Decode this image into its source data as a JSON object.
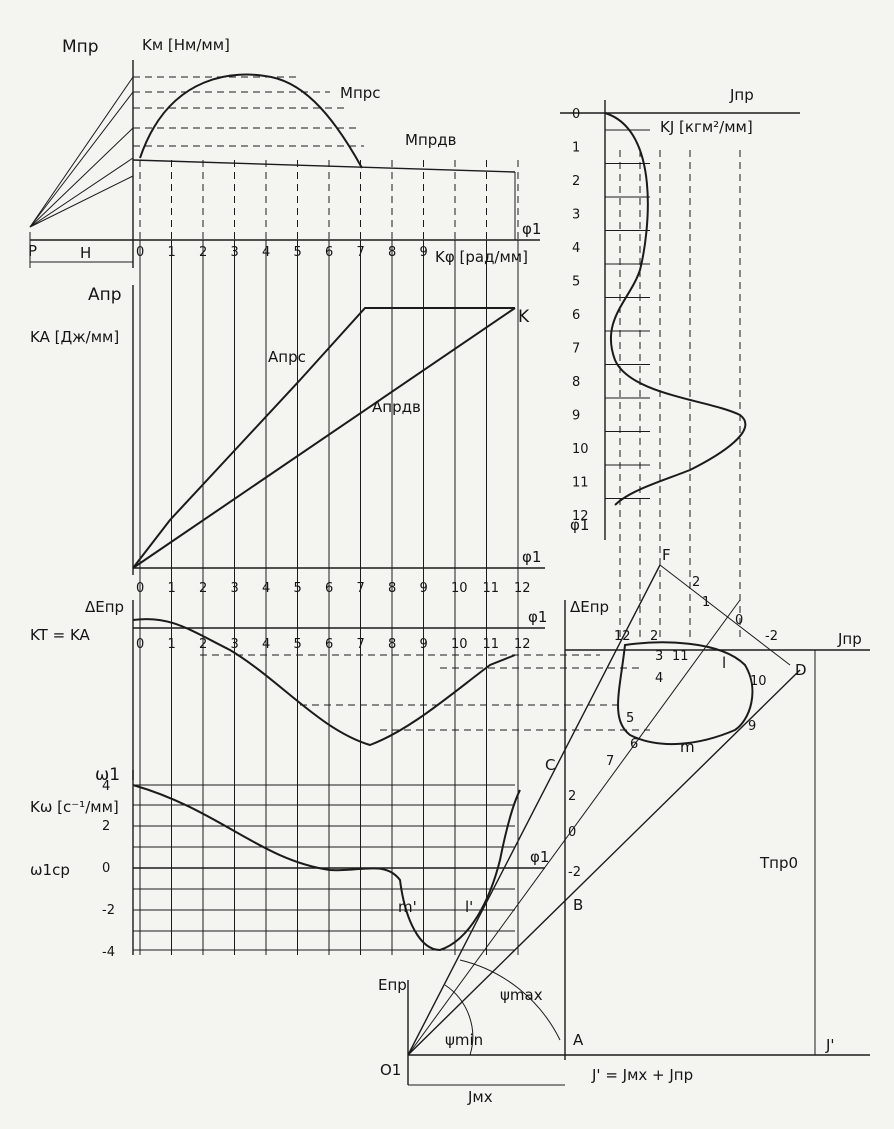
{
  "moment_panel": {
    "y_axis_label": "Mпр",
    "scale_label": "Kм [Нм/мм]",
    "curve_resist_label": "Mпрс",
    "curve_drive_label": "Mпрдв",
    "pole_label": "P",
    "pole_distance_label": "H",
    "x_axis_label": "φ1",
    "x_scale_label": "Kφ [рад/мм]",
    "ticks": [
      "0",
      "1",
      "2",
      "3",
      "4",
      "5",
      "6",
      "7",
      "8",
      "9"
    ]
  },
  "work_panel": {
    "y_axis_label": "Aпр",
    "scale_label": "KA [Дж/мм]",
    "curve_resist_label": "Aпрс",
    "curve_drive_label": "Aпрдв",
    "end_point_label": "K",
    "x_axis_label": "φ1",
    "ticks": [
      "0",
      "1",
      "2",
      "3",
      "4",
      "5",
      "6",
      "7",
      "8",
      "9",
      "10",
      "11",
      "12"
    ]
  },
  "energy_panel": {
    "y_axis_label": "ΔEпр",
    "scale_label": "KT = KA",
    "x_axis_label": "φ1",
    "ticks": [
      "0",
      "1",
      "2",
      "3",
      "4",
      "5",
      "6",
      "7",
      "8",
      "9",
      "10",
      "11",
      "12"
    ]
  },
  "inertia_panel": {
    "x_axis_label": "Jпр",
    "scale_label": "KJ [кгм²/мм]",
    "y_axis_label": "φ1",
    "ticks": [
      "0",
      "1",
      "2",
      "3",
      "4",
      "5",
      "6",
      "7",
      "8",
      "9",
      "10",
      "11",
      "12"
    ]
  },
  "omega_panel": {
    "y_axis_label": "ω1",
    "scale_label": "Kω [с⁻¹/мм]",
    "mean_label": "ω1ср",
    "x_axis_label": "φ1",
    "ticks": [
      "4",
      "2",
      "0",
      "-2",
      "-4"
    ],
    "point_m_label": "m'",
    "point_l_label": "l'"
  },
  "wittenbauer": {
    "y_axis_label": "ΔEпр",
    "x_axis_label": "Jпр",
    "axis_ticks": [
      "2",
      "0",
      "-2"
    ],
    "point_C": "C",
    "point_D_top": "D",
    "point_B": "B",
    "point_A": "A",
    "point_O1": "O1",
    "point_F": "F",
    "point_D": "D",
    "point_l": "l",
    "point_m": "m",
    "loop_labels": [
      "12",
      "2",
      "3",
      "11",
      "4",
      "5",
      "6",
      "7",
      "10",
      "9"
    ],
    "rule_labels": [
      "2",
      "1",
      "0",
      "-2"
    ],
    "energy_axis_label": "Eпр",
    "psi_max_label": "ψmax",
    "psi_min_label": "ψmin",
    "j_additional_label": "Jмх",
    "j_total_label": "J' = Jмх + Jпр",
    "j_prime_label": "J'",
    "t0_label": "Tпр0"
  }
}
